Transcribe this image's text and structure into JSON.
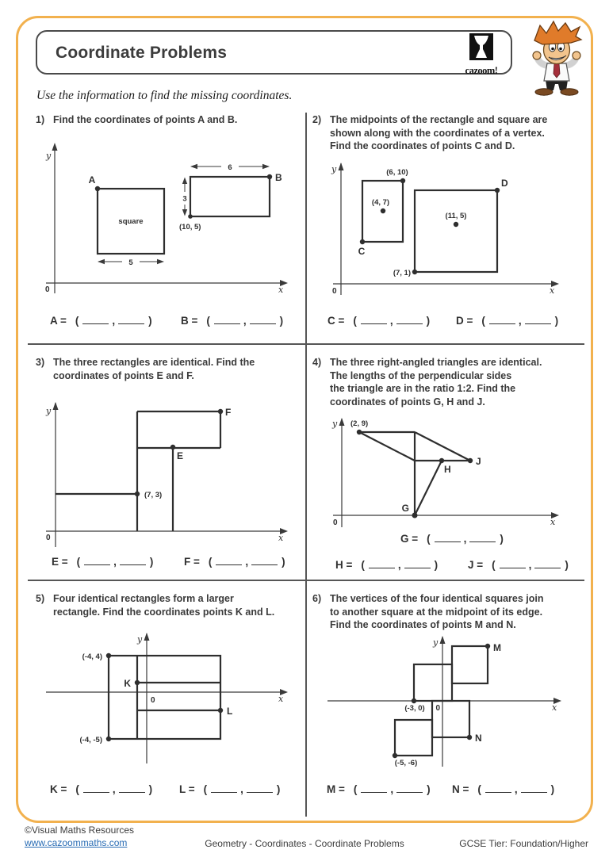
{
  "header": {
    "title": "Coordinate Problems",
    "logo_text": "cazoom!",
    "subtitle": "Use the information to find the missing coordinates."
  },
  "axis": {
    "x": "x",
    "y": "y",
    "origin": "0"
  },
  "answer_symbols": {
    "open": "(",
    "comma": ",",
    "close": ")"
  },
  "problems": {
    "p1": {
      "number": "1)",
      "lines": [
        "Find the coordinates of points A and B."
      ],
      "diagram": {
        "square_label": "square",
        "dim_square_width": "5",
        "dim_rect_width": "6",
        "dim_rect_height": "3",
        "point_a": "A",
        "point_b": "B",
        "corner_coord": "(10, 5)"
      },
      "answers": [
        {
          "label": "A ="
        },
        {
          "label": "B ="
        }
      ]
    },
    "p2": {
      "number": "2)",
      "lines": [
        "The midpoints of the rectangle and square are",
        "shown along with the coordinates of a vertex.",
        "Find the coordinates of points C and D."
      ],
      "diagram": {
        "rect_vertex": "(6, 10)",
        "rect_mid": "(4, 7)",
        "point_c": "C",
        "point_d": "D",
        "square_mid": "(11, 5)",
        "square_vertex": "(7, 1)"
      },
      "answers": [
        {
          "label": "C ="
        },
        {
          "label": "D ="
        }
      ]
    },
    "p3": {
      "number": "3)",
      "lines": [
        "The three rectangles are identical. Find the",
        "coordinates of points E and F."
      ],
      "diagram": {
        "coord": "(7, 3)",
        "point_e": "E",
        "point_f": "F"
      },
      "answers": [
        {
          "label": "E ="
        },
        {
          "label": "F ="
        }
      ]
    },
    "p4": {
      "number": "4)",
      "lines": [
        "The three right-angled triangles are identical.",
        "The lengths of the perpendicular sides",
        "the triangle are in the ratio 1:2. Find the",
        "coordinates of points G, H and J."
      ],
      "diagram": {
        "coord": "(2, 9)",
        "point_g": "G",
        "point_h": "H",
        "point_j": "J"
      },
      "answers": [
        {
          "label": "G ="
        },
        {
          "label": "H ="
        },
        {
          "label": "J ="
        }
      ]
    },
    "p5": {
      "number": "5)",
      "lines": [
        "Four identical rectangles form a larger",
        "rectangle. Find the coordinates points K and L."
      ],
      "diagram": {
        "top_left": "(-4, 4)",
        "bottom_left": "(-4, -5)",
        "point_k": "K",
        "point_l": "L"
      },
      "answers": [
        {
          "label": "K ="
        },
        {
          "label": "L ="
        }
      ]
    },
    "p6": {
      "number": "6)",
      "lines": [
        "The vertices of the four identical squares join",
        "to another square at the midpoint of its edge.",
        "Find the coordinates of points M and N."
      ],
      "diagram": {
        "point_m": "M",
        "point_n": "N",
        "coord_left": "(-3, 0)",
        "coord_bottom": "(-5, -6)"
      },
      "answers": [
        {
          "label": "M ="
        },
        {
          "label": "N ="
        }
      ]
    }
  },
  "footer": {
    "copyright": "©Visual Maths Resources",
    "url": "www.cazoommaths.com",
    "center": "Geometry - Coordinates - Coordinate Problems",
    "right": "GCSE Tier: Foundation/Higher"
  }
}
